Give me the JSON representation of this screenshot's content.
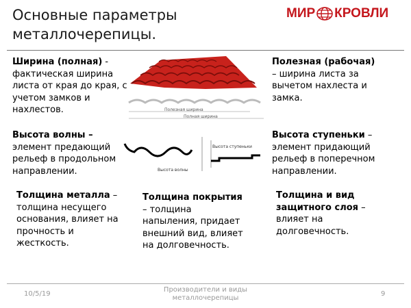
{
  "header": {
    "title": "Основные параметры металлочерепицы.",
    "logo": {
      "left": "МИР",
      "right": "КРОВЛИ",
      "icon": "globe-icon",
      "color": "#c4161c"
    }
  },
  "blocks": {
    "full_width": {
      "term": "Ширина (полная)",
      "text": " - фактическая ширина листа от края до края, с учетом замков и нахлестов."
    },
    "wave_height": {
      "term": "Высота волны –",
      "text": " элемент предающий рельеф в продольном направлении."
    },
    "metal_thickness": {
      "term": "Толщина металла",
      "text": " – толщина несущего основания, влияет на прочность и жесткость."
    },
    "coating_thickness": {
      "term": "Толщина покрытия",
      "text": " – толщина напыления, придает внешний вид, влияет на долговечность."
    },
    "useful_width": {
      "term": "Полезная (рабочая)",
      "text": " – ширина листа за вычетом нахлеста и замка."
    },
    "step_height": {
      "term": "Высота ступеньки",
      "text": " – элемент придающий рельеф в поперечном направлении."
    },
    "protective_layer": {
      "term": "Толщина и вид защитного слоя",
      "text": " – влияет на долговечность."
    }
  },
  "diagram": {
    "useful_width_label": "Полезная ширина",
    "full_width_label": "Полная ширина",
    "step_label": "Высота ступеньки",
    "wave_label": "Высота волны",
    "roof_color": "#c8221c"
  },
  "footer": {
    "date": "10/5/19",
    "center": "Производители и виды металлочерепицы",
    "page": "9"
  }
}
